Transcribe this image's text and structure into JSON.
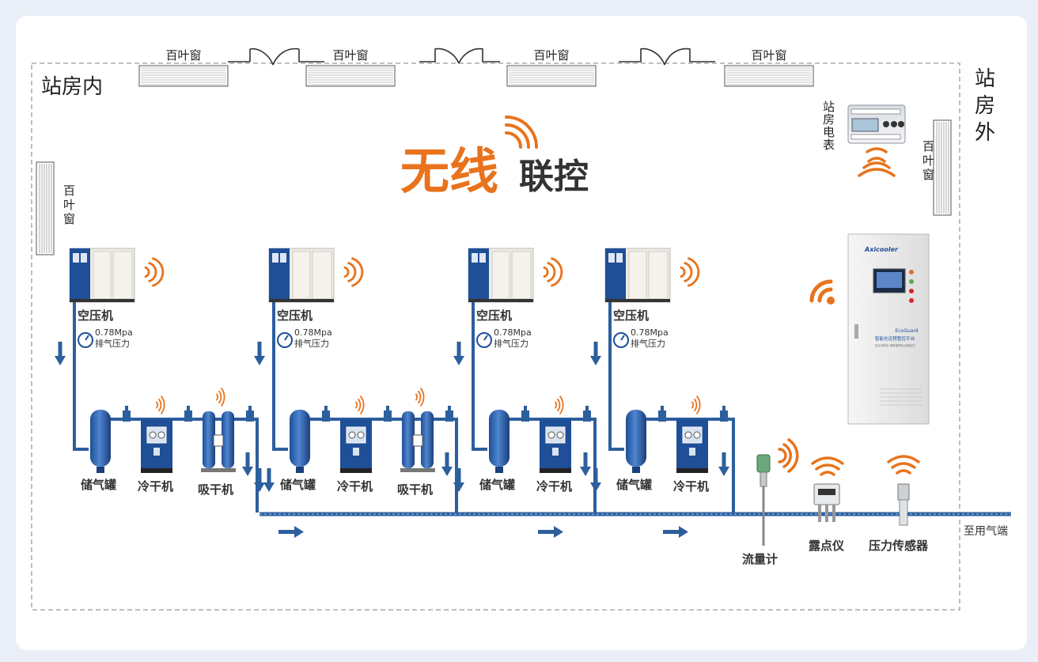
{
  "labels": {
    "inside": "站房内",
    "outside": "站房外",
    "louver": "百叶窗",
    "meter": "站房电表",
    "wireless_a": "无线",
    "wireless_b": "联控",
    "compressor": "空压机",
    "pressure_value": "0.78Mpa",
    "pressure_label": "排气压力",
    "tank": "储气罐",
    "cold_dryer": "冷干机",
    "ads_dryer": "吸干机",
    "flowmeter": "流量计",
    "dewpoint": "露点仪",
    "pressure_sensor": "压力传感器",
    "to_user": "至用气端"
  },
  "controller": {
    "brand": "Axicooler",
    "title": "EcoGuard",
    "subtitle": "智能化远程管控平台",
    "tagline": "全自动群控 调度管理及远程监控"
  },
  "colors": {
    "pipe": "#2c5f9e",
    "arrow": "#2c5f9e",
    "wireless": "#e8731c",
    "equipment_blue": "#1f4f97",
    "text": "#333333"
  },
  "layout_note": "",
  "units": [
    {
      "has_ads_dryer": true
    },
    {
      "has_ads_dryer": true
    },
    {
      "has_ads_dryer": false
    },
    {
      "has_ads_dryer": false
    }
  ]
}
